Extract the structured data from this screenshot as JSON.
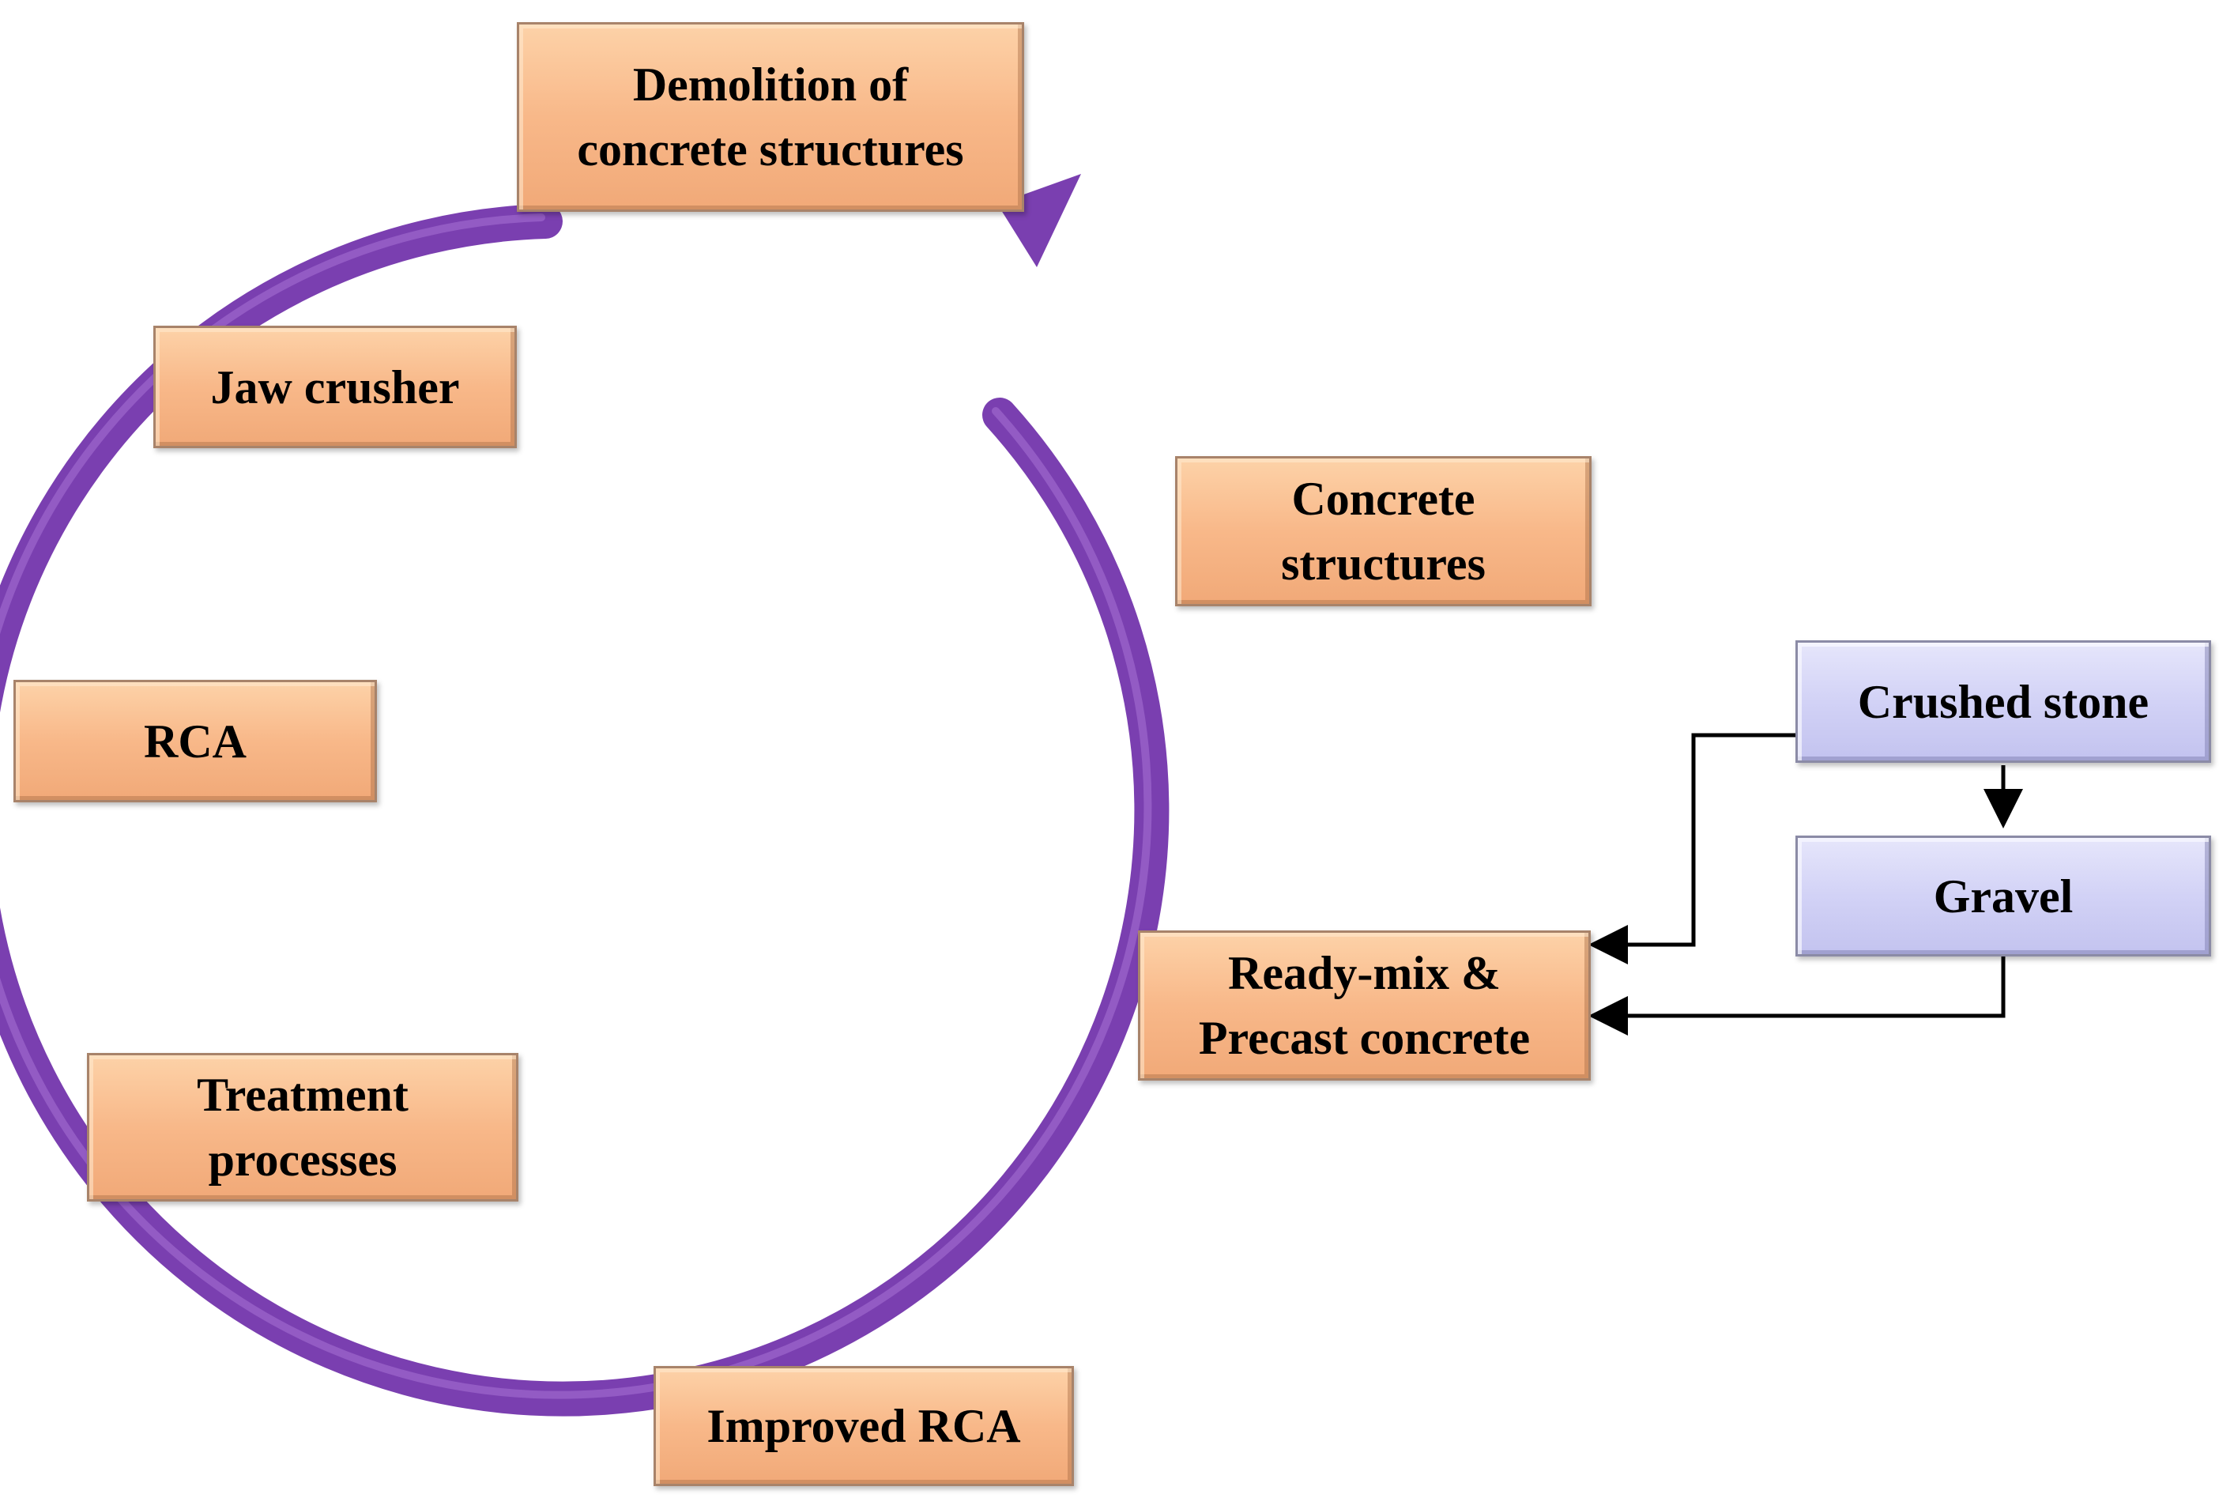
{
  "colors": {
    "cycle_arrow": "#7a3fb0",
    "orange_box": "#f8b889",
    "blue_box": "#d2d2f6",
    "connector": "#000000"
  },
  "cycle_nodes": {
    "demolition": "Demolition of\nconcrete structures",
    "jaw_crusher": "Jaw crusher",
    "rca": "RCA",
    "treatment": "Treatment\nprocesses",
    "improved_rca": "Improved RCA",
    "ready_mix": "Ready-mix &\nPrecast concrete",
    "concrete_structures": "Concrete\nstructures"
  },
  "inputs": {
    "crushed_stone": "Crushed stone",
    "gravel": "Gravel"
  }
}
